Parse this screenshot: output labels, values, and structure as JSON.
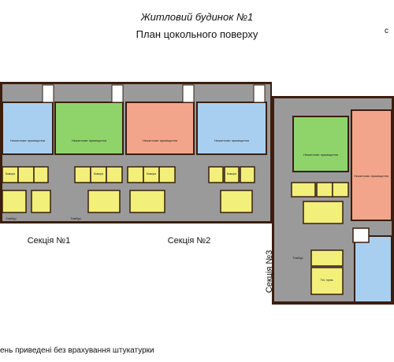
{
  "header": {
    "title": "Житловий будинок №1",
    "subtitle": "План цокольного поверху",
    "corner_fragment": "с"
  },
  "sections": {
    "s1": "Секція №1",
    "s2": "Секція №2",
    "s3": "Секція №3"
  },
  "room_labels": {
    "office": "Нежитлове приміщення",
    "tambur": "Тамбур",
    "storage": "Комора",
    "tech": "Тех. прим."
  },
  "footnote": "ень приведені без врахування штукатурки",
  "colors": {
    "wall": "#3a1e10",
    "corridor": "#9a9a9a",
    "blue": "#a9cff0",
    "green": "#8fd46b",
    "pink": "#f2a58a",
    "yellow": "#f2ef7a",
    "white": "#ffffff"
  }
}
